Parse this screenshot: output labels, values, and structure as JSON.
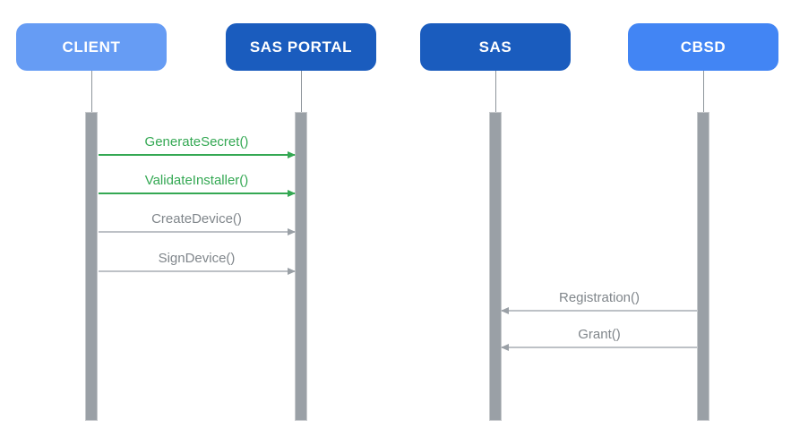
{
  "diagram": {
    "type": "sequence-diagram",
    "accent_colors": {
      "actor_light_blue": "#669CF4",
      "actor_medium_blue": "#4285F4",
      "actor_dark_blue": "#1A5CBE",
      "message_green": "#34A853",
      "message_gray": "#80868B",
      "lifeline_gray": "#9AA0A6"
    },
    "actors": [
      {
        "id": "client",
        "label": "CLIENT",
        "color": "#669CF4"
      },
      {
        "id": "sas-portal",
        "label": "SAS PORTAL",
        "color": "#1A5CBE"
      },
      {
        "id": "sas",
        "label": "SAS",
        "color": "#1A5CBE"
      },
      {
        "id": "cbsd",
        "label": "CBSD",
        "color": "#4285F4"
      }
    ],
    "messages": [
      {
        "label": "GenerateSecret()",
        "from": "CLIENT",
        "to": "SAS PORTAL",
        "color": "#34A853",
        "direction": "right"
      },
      {
        "label": "ValidateInstaller()",
        "from": "CLIENT",
        "to": "SAS PORTAL",
        "color": "#34A853",
        "direction": "right"
      },
      {
        "label": "CreateDevice()",
        "from": "CLIENT",
        "to": "SAS PORTAL",
        "color": "#80868B",
        "direction": "right"
      },
      {
        "label": "SignDevice()",
        "from": "CLIENT",
        "to": "SAS PORTAL",
        "color": "#80868B",
        "direction": "right"
      },
      {
        "label": "Registration()",
        "from": "CBSD",
        "to": "SAS",
        "color": "#80868B",
        "direction": "left"
      },
      {
        "label": "Grant()",
        "from": "CBSD",
        "to": "SAS",
        "color": "#80868B",
        "direction": "left"
      }
    ]
  }
}
